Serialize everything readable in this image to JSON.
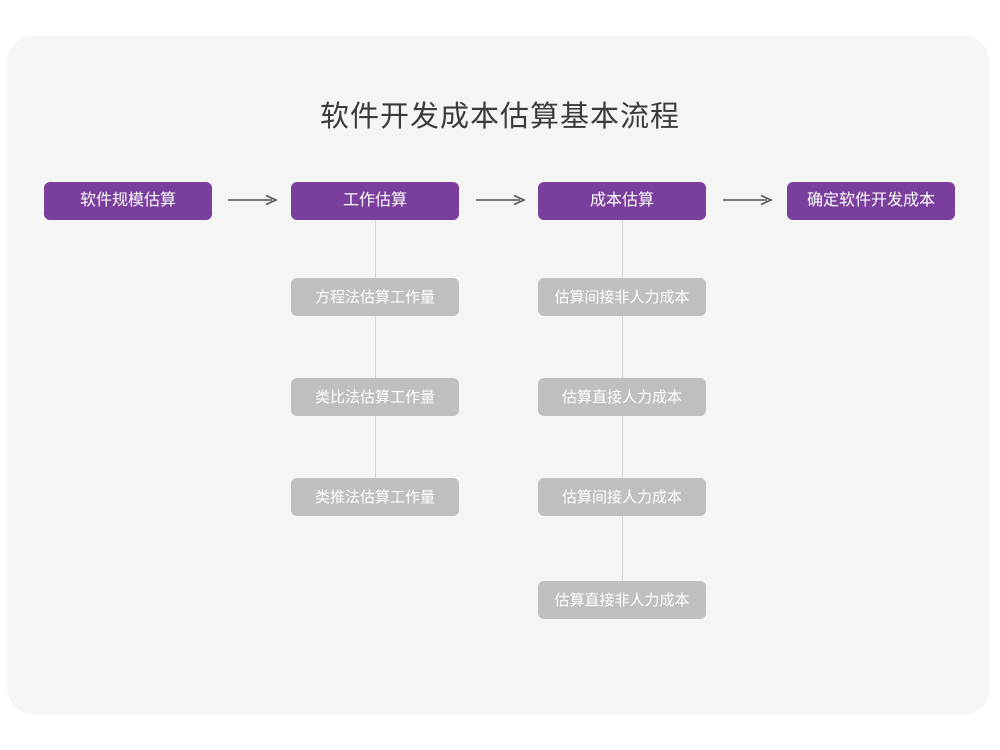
{
  "page": {
    "title": "软件开发成本估算基本流程",
    "background_color": "#ffffff",
    "card_color": "#f5f5f5"
  },
  "colors": {
    "primary": "#7a3e9d",
    "secondary": "#bfbfbf",
    "title_text": "#3b3b3b",
    "node_text": "#ffffff",
    "line": "#d6d6d6",
    "arrow": "#555555"
  },
  "flow": {
    "main_steps": [
      {
        "label": "软件规模估算"
      },
      {
        "label": "工作估算"
      },
      {
        "label": "成本估算"
      },
      {
        "label": "确定软件开发成本"
      }
    ],
    "arrows": [
      {
        "name": "arrow-1"
      },
      {
        "name": "arrow-2"
      },
      {
        "name": "arrow-3"
      }
    ],
    "branch_effort": {
      "parent": "工作估算",
      "items": [
        {
          "label": "方程法估算工作量"
        },
        {
          "label": "类比法估算工作量"
        },
        {
          "label": "类推法估算工作量"
        }
      ]
    },
    "branch_cost": {
      "parent": "成本估算",
      "items": [
        {
          "label": "估算间接非人力成本"
        },
        {
          "label": "估算直接人力成本"
        },
        {
          "label": "估算间接人力成本"
        },
        {
          "label": "估算直接非人力成本"
        }
      ]
    }
  }
}
